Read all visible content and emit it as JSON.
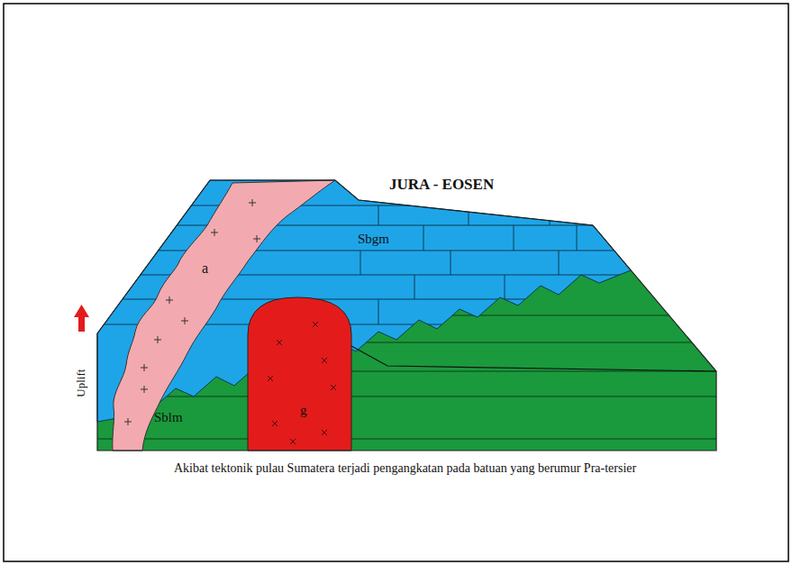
{
  "diagram": {
    "title": "JURA - EOSEN",
    "caption": "Akibat tektonik pulau Sumatera terjadi pengangkatan pada batuan yang berumur Pra-tersier",
    "labels": [
      "Sbgm",
      "a",
      "g",
      "Sblm",
      "Uplift"
    ]
  }
}
